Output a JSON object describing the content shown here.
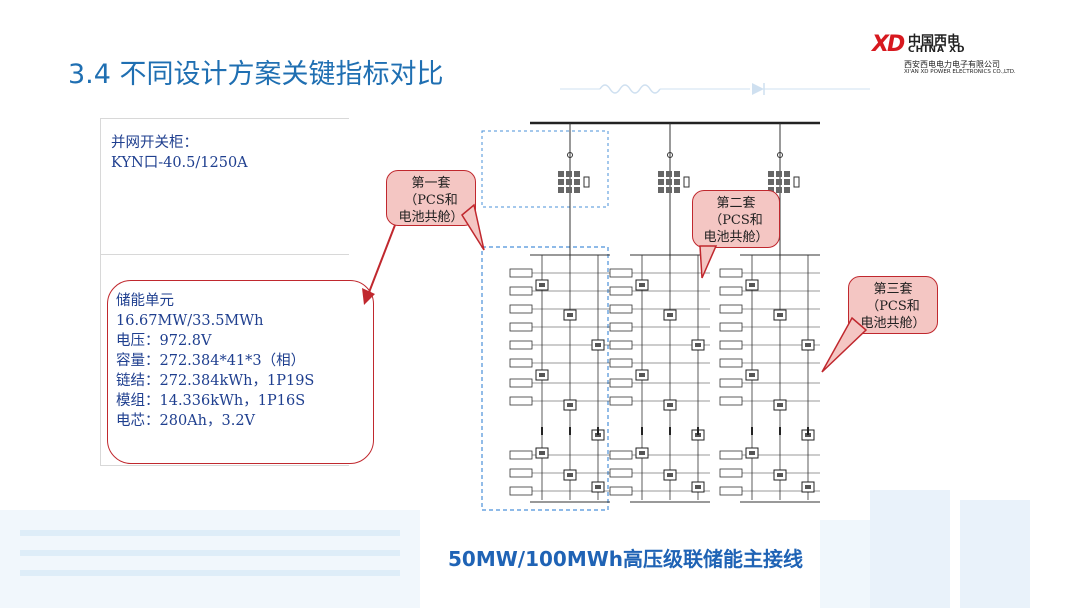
{
  "slide": {
    "title": "3.4 不同设计方案关键指标对比",
    "caption": "50MW/100MWh高压级联储能主接线"
  },
  "logo": {
    "mark": "XD",
    "cn_name": "中国西电",
    "en_name": "CHINA XD",
    "company_cn": "西安西电电力电子有限公司",
    "company_en": "XI'AN XD POWER ELECTRONICS CO.,LTD.",
    "brand_color": "#d7191f"
  },
  "switchgear": {
    "label": "并网开关柜：",
    "model": "KYN口-40.5/1250A"
  },
  "storage_unit": {
    "lines": [
      "储能单元",
      "16.67MW/33.5MWh",
      "电压：972.8V",
      "容量：272.384*41*3（相）",
      "链结：272.384kWh，1P19S",
      "模组：14.336kWh，1P16S",
      "电芯：280Ah，3.2V"
    ]
  },
  "callouts": [
    {
      "line1": "第一套",
      "line2": "（PCS和",
      "line3": "电池共舱）"
    },
    {
      "line1": "第二套",
      "line2": "（PCS和",
      "line3": "电池共舱）"
    },
    {
      "line1": "第三套",
      "line2": "（PCS和",
      "line3": "电池共舱）"
    }
  ],
  "colors": {
    "title": "#1f6fb2",
    "text_blue": "#1f3f8f",
    "highlight_red": "#c0282e",
    "callout_fill": "#f4c6c3",
    "dashed_box": "#4a90d9"
  }
}
